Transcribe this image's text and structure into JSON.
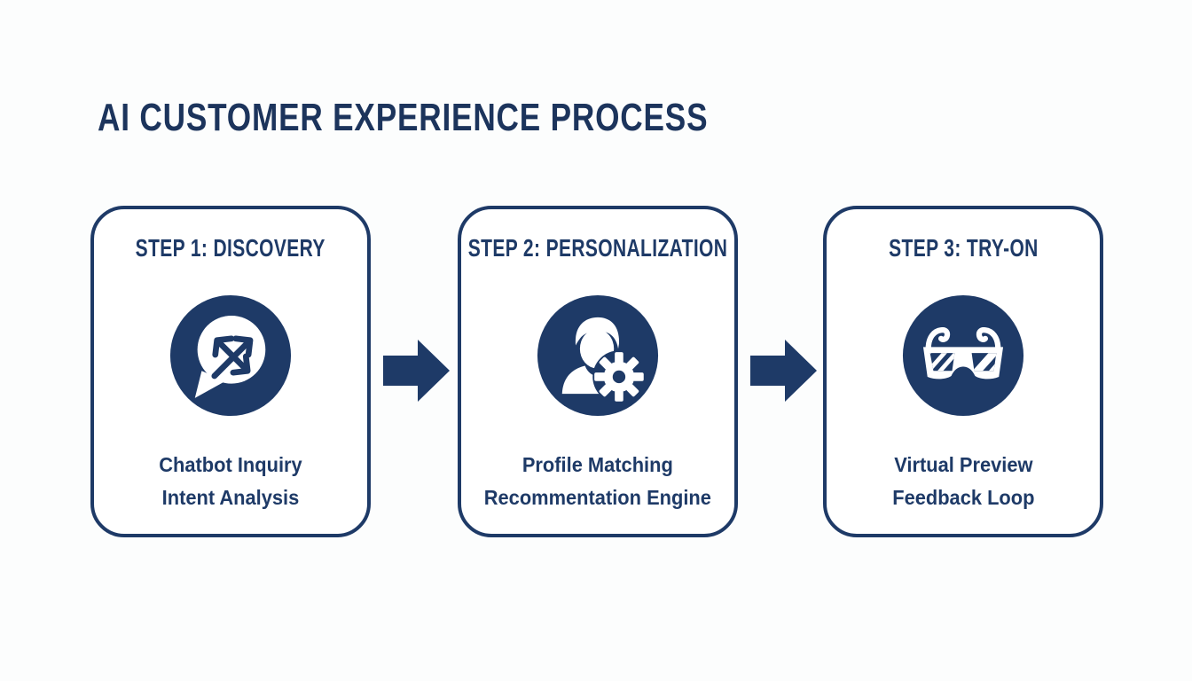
{
  "title": "AI CUSTOMER EXPERIENCE PROCESS",
  "colors": {
    "navy": "#1e3a67",
    "title_navy": "#1c345c",
    "card_background": "#ffffff",
    "page_background": "#fcfdfd"
  },
  "steps": [
    {
      "heading": "STEP 1: DISCOVERY",
      "icon": "chat-arrows-icon",
      "caption_lines": [
        "Chatbot Inquiry",
        "Intent Analysis"
      ]
    },
    {
      "heading": "STEP 2: PERSONALIZATION",
      "icon": "user-gear-icon",
      "caption_lines": [
        "Profile Matching",
        "Recommentation Engine"
      ]
    },
    {
      "heading": "STEP 3: TRY-ON",
      "icon": "safety-glasses-icon",
      "caption_lines": [
        "Virtual Preview",
        "Feedback Loop"
      ]
    }
  ],
  "connectors": [
    {
      "icon": "arrow-right-icon"
    },
    {
      "icon": "arrow-right-icon"
    }
  ]
}
